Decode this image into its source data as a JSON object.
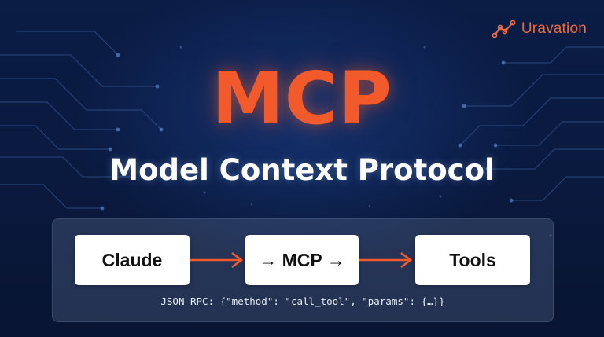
{
  "brand": {
    "name": "Uravation",
    "icon": "chart-line-icon",
    "color": "#f26a3d"
  },
  "hero": {
    "title": "MCP",
    "subtitle": "Model Context Protocol",
    "accent_color": "#f25a2b"
  },
  "flow": {
    "steps": [
      {
        "label": "Claude"
      },
      {
        "label": "→ MCP →"
      },
      {
        "label": "Tools"
      }
    ],
    "arrow_color": "#f25a2b",
    "caption": "JSON-RPC: {\"method\": \"call_tool\", \"params\": {…}}"
  }
}
